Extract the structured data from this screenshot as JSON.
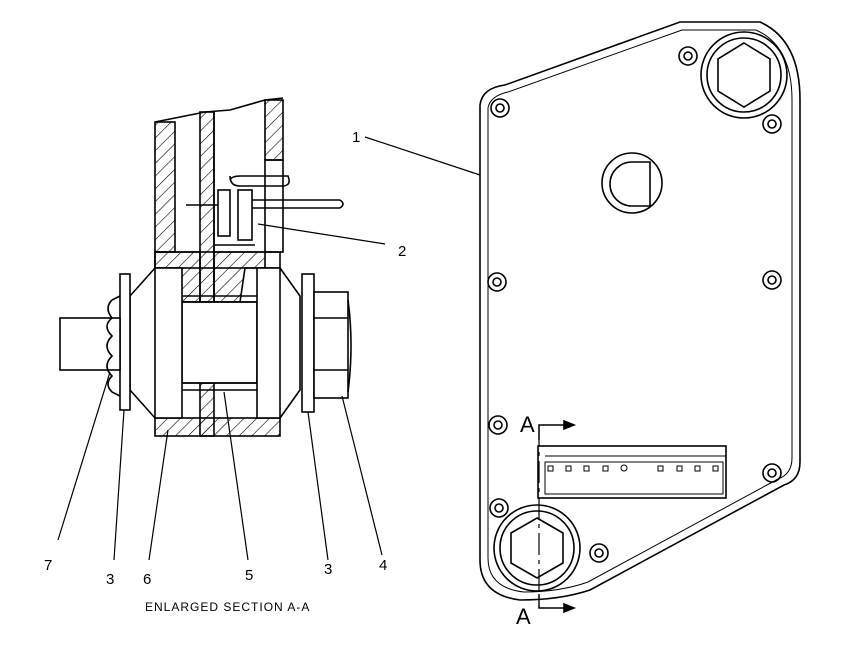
{
  "diagram": {
    "callouts": {
      "c1": "1",
      "c2": "2",
      "c3a": "3",
      "c3b": "3",
      "c4": "4",
      "c5": "5",
      "c6": "6",
      "c7": "7"
    },
    "section_marker_top": "A",
    "section_marker_bottom": "A",
    "caption": "ENLARGED SECTION A-A"
  }
}
